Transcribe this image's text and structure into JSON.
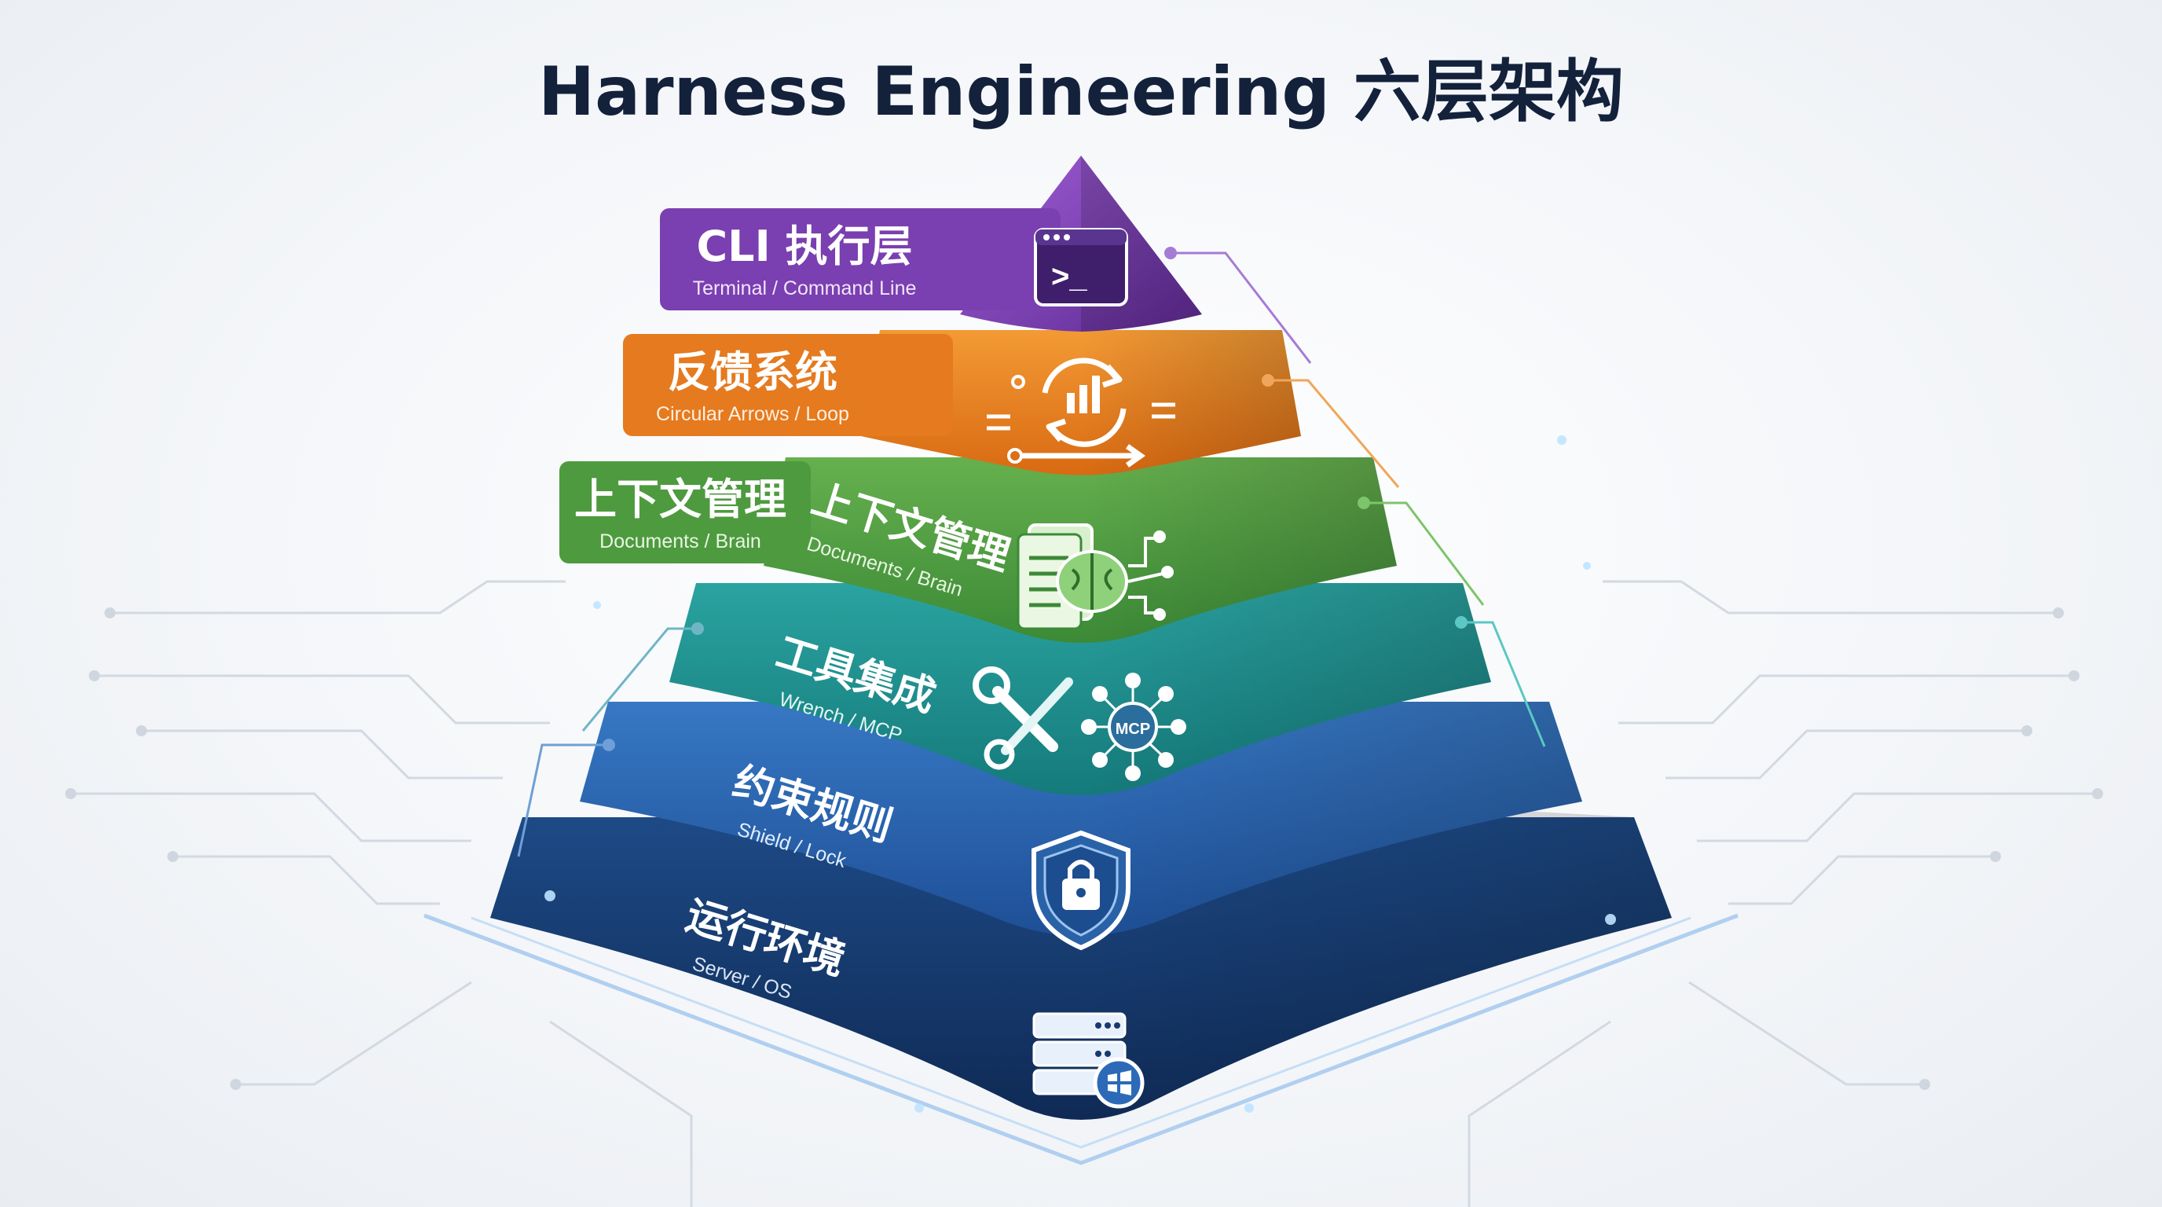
{
  "title": "Harness Engineering 六层架构",
  "layers": [
    {
      "key": "cli",
      "title": "CLI 执行层",
      "subtitle": "Terminal / Command Line",
      "icon": "terminal-icon",
      "color": "#7a3fb0"
    },
    {
      "key": "feedback",
      "title": "反馈系统",
      "subtitle": "Circular Arrows / Loop",
      "icon": "loop-arrows-icon",
      "color": "#e57a1f"
    },
    {
      "key": "context",
      "title": "上下文管理",
      "subtitle": "Documents / Brain",
      "icon": "documents-brain-icon",
      "color": "#4e9a3f"
    },
    {
      "key": "tools",
      "title": "工具集成",
      "subtitle": "Wrench / MCP",
      "icon": "wrench-mcp-icon",
      "color": "#1f8f8c"
    },
    {
      "key": "constraints",
      "title": "约束规则",
      "subtitle": "Shield / Lock",
      "icon": "shield-lock-icon",
      "color": "#2a62a8"
    },
    {
      "key": "runtime",
      "title": "运行环境",
      "subtitle": "Server / OS",
      "icon": "server-os-icon",
      "color": "#173a6e"
    }
  ],
  "mcp_label": "MCP",
  "terminal_prompt": ">_"
}
